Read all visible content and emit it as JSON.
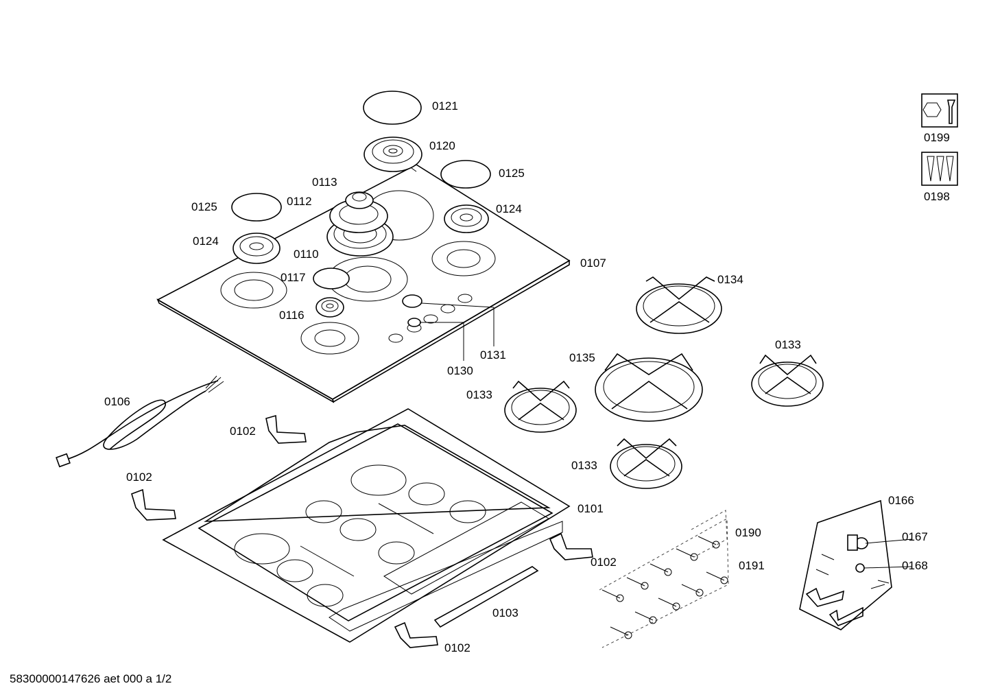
{
  "document_id": "58300000147626 aet 000 a 1/2",
  "callouts": {
    "c0121": "0121",
    "c0120": "0120",
    "c0125a": "0125",
    "c0125b": "0125",
    "c0113": "0113",
    "c0112": "0112",
    "c0124a": "0124",
    "c0124b": "0124",
    "c0110": "0110",
    "c0107": "0107",
    "c0117": "0117",
    "c0116": "0116",
    "c0131": "0131",
    "c0130": "0130",
    "c0134": "0134",
    "c0133a": "0133",
    "c0133b": "0133",
    "c0133c": "0133",
    "c0135": "0135",
    "c0106": "0106",
    "c0102a": "0102",
    "c0102b": "0102",
    "c0102c": "0102",
    "c0102d": "0102",
    "c0101": "0101",
    "c0103": "0103",
    "c0190": "0190",
    "c0191": "0191",
    "c0166": "0166",
    "c0167": "0167",
    "c0168": "0168",
    "c0199": "0199",
    "c0198": "0198"
  },
  "icons": {
    "tool": "wrench-nut-icon",
    "screws": "screw-set-icon"
  }
}
